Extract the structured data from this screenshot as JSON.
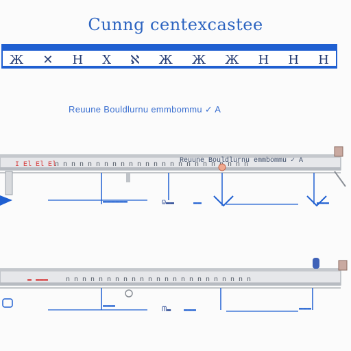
{
  "title": "Cunng centexcastee",
  "header_glyphs": [
    "Ж",
    "✕",
    "Н",
    "Х",
    "ℵ",
    "Ж",
    "Ж",
    "Ж",
    "Н",
    "Н",
    "Н"
  ],
  "subtitle": "Reuune Bouldlurnu emmbommu ✓ A",
  "rails": [
    {
      "red_text": "I El El El",
      "text": "n n n n n n n n n n n n n n n n n n n n n n n n",
      "bottom_labels": [
        "▬▬▬▬▬▬",
        "Ѡ▬▬",
        "▬▬",
        "▬▬▬"
      ]
    },
    {
      "red_text": "▬ ▬▬▬",
      "text": "n n n n n n n n n n n n n n n n n n n n n n n",
      "bottom_labels": [
        "▬▬▬",
        "ᗰ▬",
        "▬▬▬",
        "▬▬▬"
      ]
    }
  ],
  "colors": {
    "accent": "#1f5fd1",
    "title": "#2b63c0",
    "rail": "#d2d4d8",
    "red": "#d63b3b"
  }
}
